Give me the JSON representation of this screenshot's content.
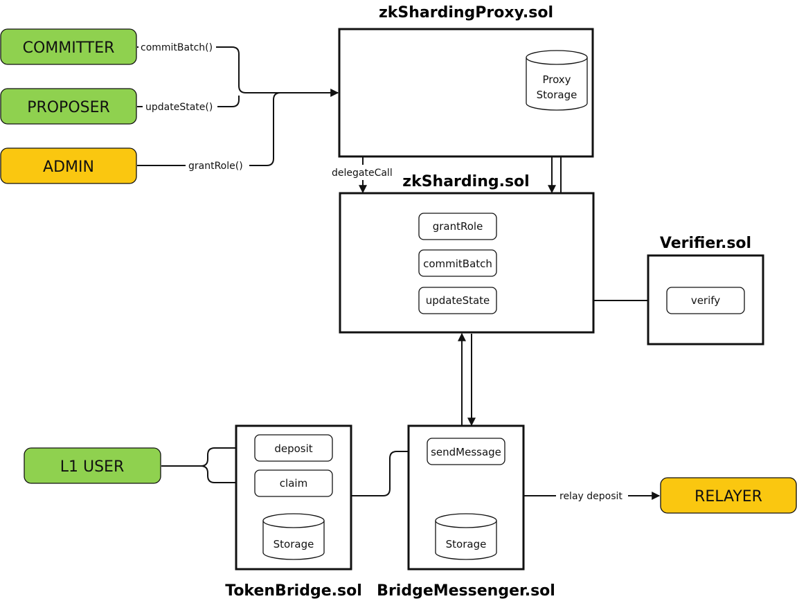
{
  "colors": {
    "actor_green": "#8fd14f",
    "actor_yellow": "#fac710",
    "stroke": "#111111",
    "background": "#ffffff"
  },
  "actors": {
    "committer": "COMMITTER",
    "proposer": "PROPOSER",
    "admin": "ADMIN",
    "l1_user": "L1 USER",
    "relayer": "RELAYER"
  },
  "contracts": {
    "proxy": {
      "title": "zkShardingProxy.sol",
      "storage_line1": "Proxy",
      "storage_line2": "Storage"
    },
    "sharding": {
      "title": "zkSharding.sol",
      "functions": [
        "grantRole",
        "commitBatch",
        "updateState"
      ]
    },
    "verifier": {
      "title": "Verifier.sol",
      "function": "verify"
    },
    "token_bridge": {
      "title": "TokenBridge.sol",
      "functions": [
        "deposit",
        "claim"
      ],
      "storage": "Storage"
    },
    "bridge_messenger": {
      "title": "BridgeMessenger.sol",
      "function": "sendMessage",
      "storage": "Storage"
    }
  },
  "edges": {
    "commit_batch": "commitBatch()",
    "update_state": "updateState()",
    "grant_role": "grantRole()",
    "delegate_call": "delegateCall",
    "relay_deposit": "relay deposit"
  }
}
